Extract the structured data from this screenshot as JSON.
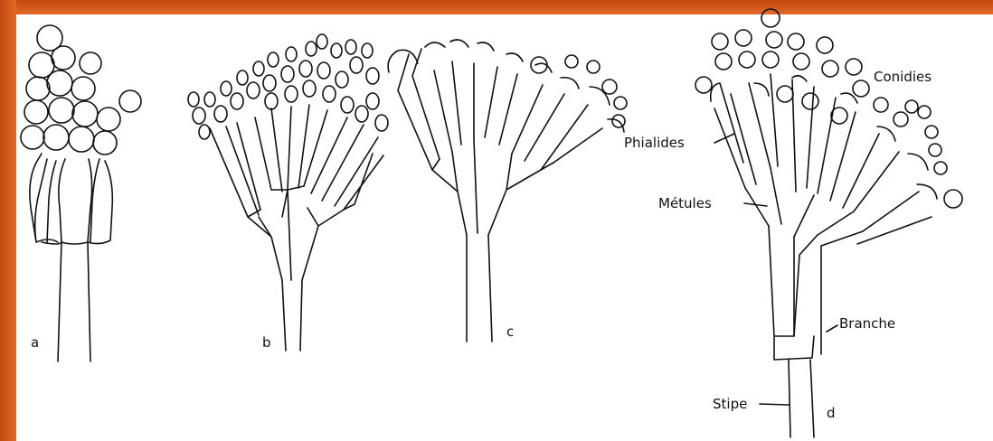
{
  "panels": {
    "a": "a",
    "b": "b",
    "c": "c",
    "d": "d"
  },
  "labels": {
    "conidia": "Conidies",
    "phialides": "Phialides",
    "metules": "Métules",
    "branch": "Branche",
    "stipe": "Stipe"
  },
  "colors": {
    "frame": "#d85a1e",
    "background": "#ffffff",
    "line": "#111111"
  }
}
